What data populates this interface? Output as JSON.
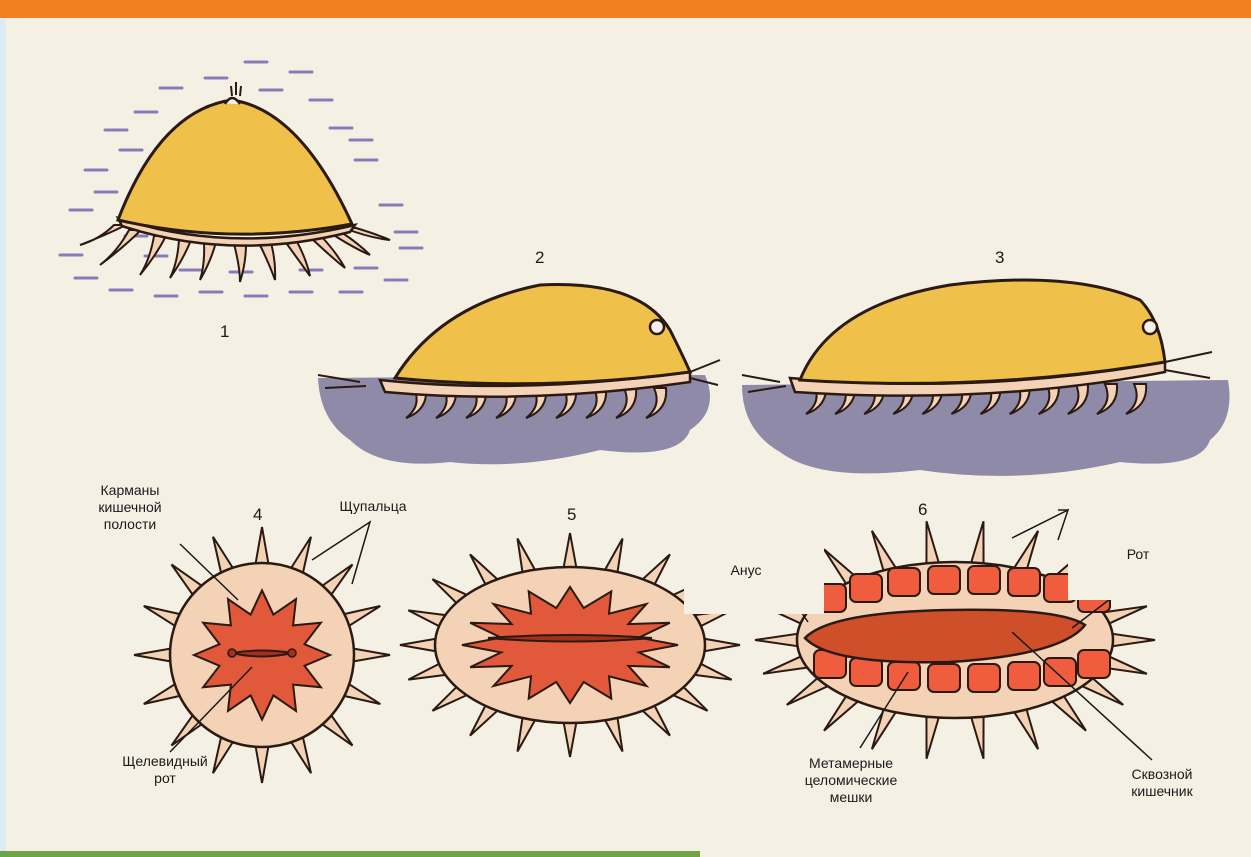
{
  "colors": {
    "accent_bar": "#f28022",
    "body_yellow": "#efc04a",
    "body_rim": "#f3d2b6",
    "gut_red": "#e2583a",
    "pocket_red": "#ef5d3e",
    "ground": "#8e8aa8",
    "outline": "#2a1a12"
  },
  "figures": {
    "n1": "1",
    "n2": "2",
    "n3": "3",
    "n4": "4",
    "n5": "5",
    "n6": "6"
  },
  "labels": {
    "pockets": "Карманы\nкишечной\nполости",
    "tentacles": "Щупальца",
    "slit_mouth": "Щелевидный\nрот",
    "anus": "Анус",
    "mouth": "Рот",
    "coelom": "Метамерные\nцеломические\nмешки",
    "through_gut": "Сквозной\nкишечник"
  }
}
